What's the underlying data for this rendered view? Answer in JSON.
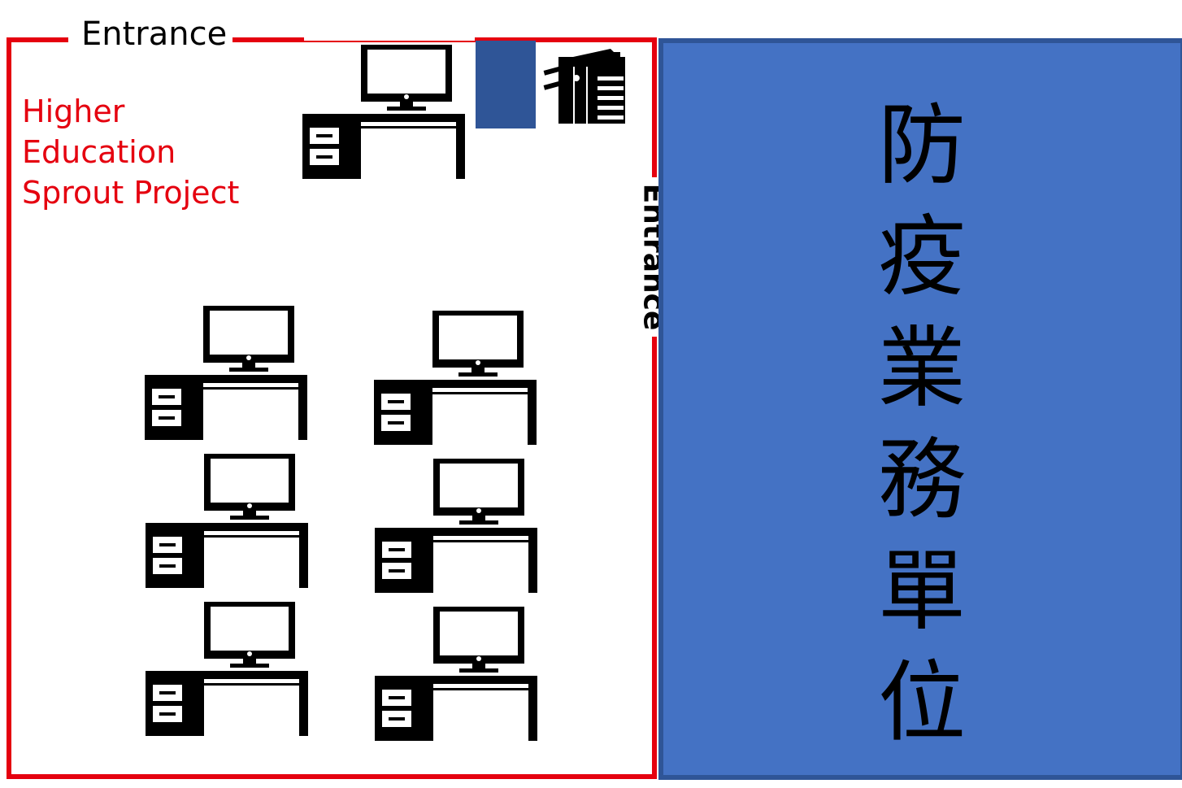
{
  "room": {
    "label_lines": [
      "Higher",
      "Education",
      "Sprout Project"
    ],
    "border_color": "#e5000f",
    "entrances": [
      "Entrance",
      "Entrance"
    ]
  },
  "unit": {
    "label": "防疫業務單位",
    "fill_color": "#4472c4",
    "border_color": "#2f5597"
  },
  "furniture": {
    "workstation_icon": "computer-desk-icon",
    "printer_icon": "printer-icon",
    "cabinet_color": "#2f5597",
    "workstation_count": 7
  }
}
